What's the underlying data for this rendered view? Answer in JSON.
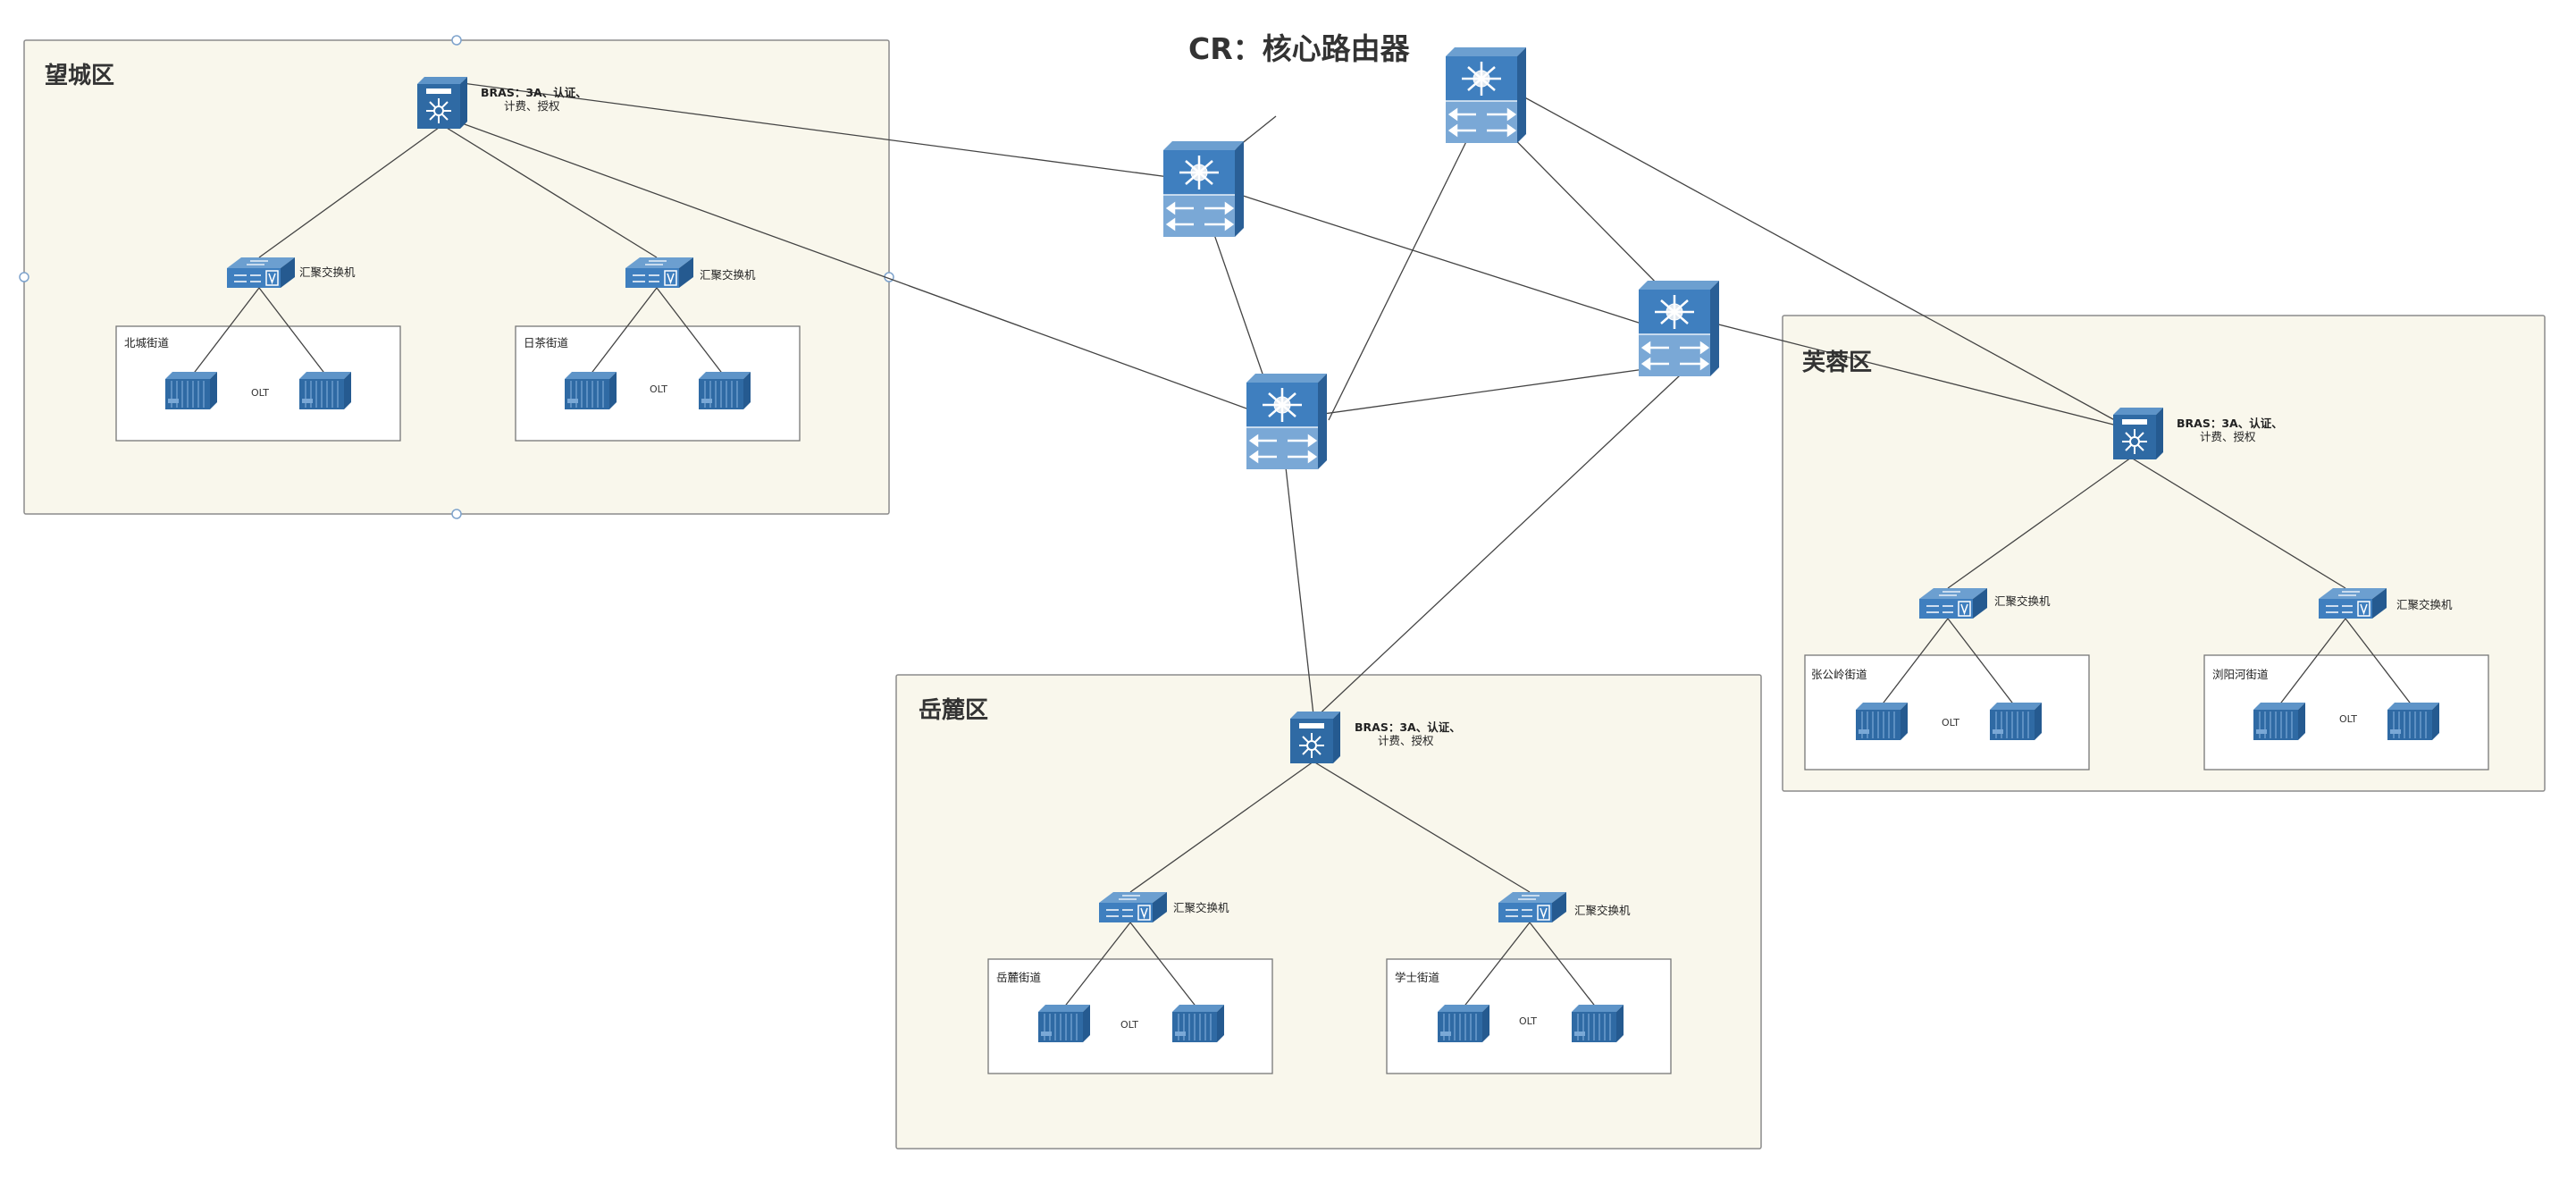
{
  "title": "CR：核心路由器",
  "regions": [
    {
      "id": "wangcheng",
      "name": "望城区",
      "bras_label": [
        "BRAS：3A、认证、",
        "计费、授权"
      ],
      "switches": [
        {
          "label": "汇聚交换机",
          "street": "北城街道",
          "olt": "OLT"
        },
        {
          "label": "汇聚交换机",
          "street": "日茶街道",
          "olt": "OLT"
        }
      ]
    },
    {
      "id": "furong",
      "name": "芙蓉区",
      "bras_label": [
        "BRAS：3A、认证、",
        "计费、授权"
      ],
      "switches": [
        {
          "label": "汇聚交换机",
          "street": "张公岭街道",
          "olt": "OLT"
        },
        {
          "label": "汇聚交换机",
          "street": "浏阳河街道",
          "olt": "OLT"
        }
      ]
    },
    {
      "id": "yuelu",
      "name": "岳麓区",
      "bras_label": [
        "BRAS：3A、认证、",
        "计费、授权"
      ],
      "switches": [
        {
          "label": "汇聚交换机",
          "street": "岳麓街道",
          "olt": "OLT"
        },
        {
          "label": "汇聚交换机",
          "street": "学士街道",
          "olt": "OLT"
        }
      ]
    }
  ],
  "colors": {
    "region_fill": "#f9f7ec",
    "region_border": "#8c8c8c",
    "device_dark": "#2f6aa4",
    "device_mid": "#3f7fbf",
    "device_light": "#7aa8d6",
    "link": "#444444"
  },
  "icons": {
    "core_router": "core-router-icon",
    "bras": "bras-router-icon",
    "switch": "switch-icon",
    "olt": "olt-icon"
  }
}
